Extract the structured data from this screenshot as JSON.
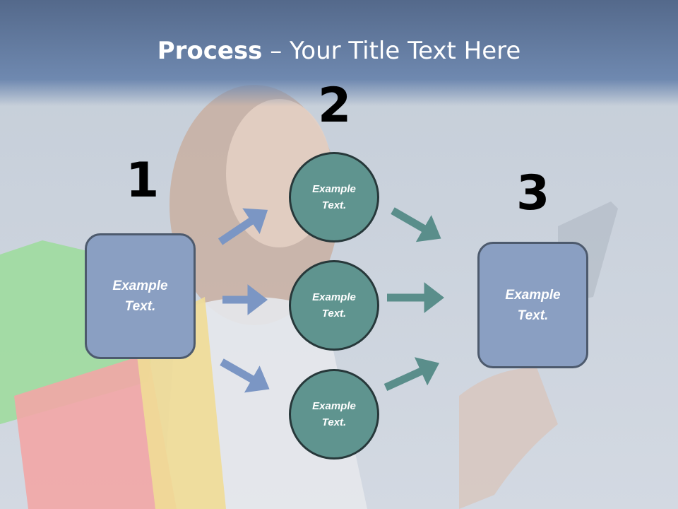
{
  "slide": {
    "title_bold": "Process",
    "title_rest": " – Your Title Text Here"
  },
  "steps": [
    {
      "number": "1",
      "label_line1": "Example",
      "label_line2": "Text."
    },
    {
      "number": "2",
      "label_line1": "Example",
      "label_line2": "Text."
    },
    {
      "number": "3",
      "label_line1": "Example",
      "label_line2": "Text."
    }
  ],
  "circles": [
    {
      "label_line1": "Example",
      "label_line2": "Text."
    },
    {
      "label_line1": "Example",
      "label_line2": "Text."
    },
    {
      "label_line1": "Example",
      "label_line2": "Text."
    }
  ],
  "colors": {
    "title_band": "#6f89b0",
    "box_fill": "#8a9fc2",
    "circle_fill": "#5f948f",
    "arrow_left": "#7b96c4",
    "arrow_right": "#5a8e8b"
  }
}
